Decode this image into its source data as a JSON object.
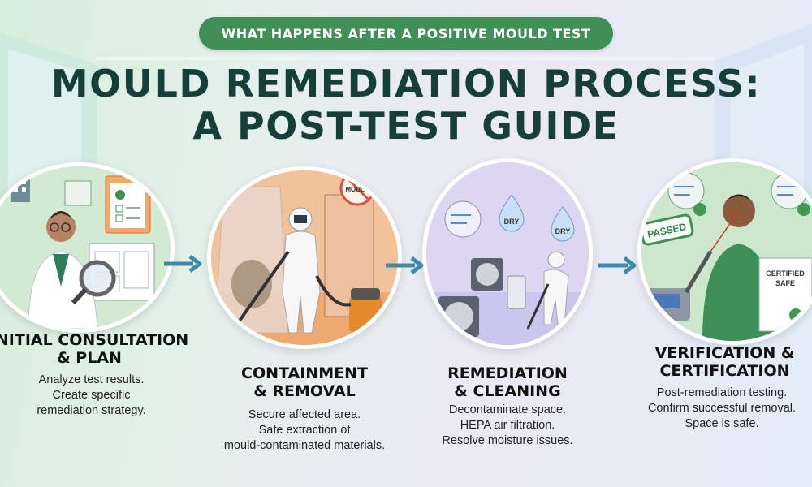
{
  "banner": "WHAT HAPPENS AFTER A POSITIVE MOULD TEST",
  "title_line1": "MOULD REMEDIATION PROCESS:",
  "title_line2": "A POST-TEST GUIDE",
  "steps": [
    {
      "title1": "INITIAL CONSULTATION",
      "title2": "& PLAN",
      "desc": [
        "Analyze test results.",
        "Create specific",
        "remediation strategy."
      ]
    },
    {
      "title1": "CONTAINMENT",
      "title2": "& REMOVAL",
      "desc": [
        "Secure affected area.",
        "Safe extraction of",
        "mould-contaminated materials."
      ]
    },
    {
      "title1": "REMEDIATION",
      "title2": "& CLEANING",
      "desc": [
        "Decontaminate space.",
        "HEPA air filtration.",
        "Resolve moisture issues."
      ]
    },
    {
      "title1": "VERIFICATION &",
      "title2": "CERTIFICATION",
      "desc": [
        "Post-remediation testing.",
        "Confirm successful removal.",
        "Space is safe."
      ]
    }
  ],
  "labels": {
    "mould_sign": "MOULD",
    "dry1": "DRY",
    "dry2": "DRY",
    "passed": "PASSED",
    "certified1": "CERTIFIED",
    "certified2": "SAFE"
  },
  "colors": {
    "banner": "#3f8f57",
    "title": "#173f39",
    "step1_bg": "#cfe8cf",
    "step2_bg": "#f4c9a6",
    "step3_bg": "#dcd4f0",
    "step4_bg": "#cfe8cf"
  }
}
